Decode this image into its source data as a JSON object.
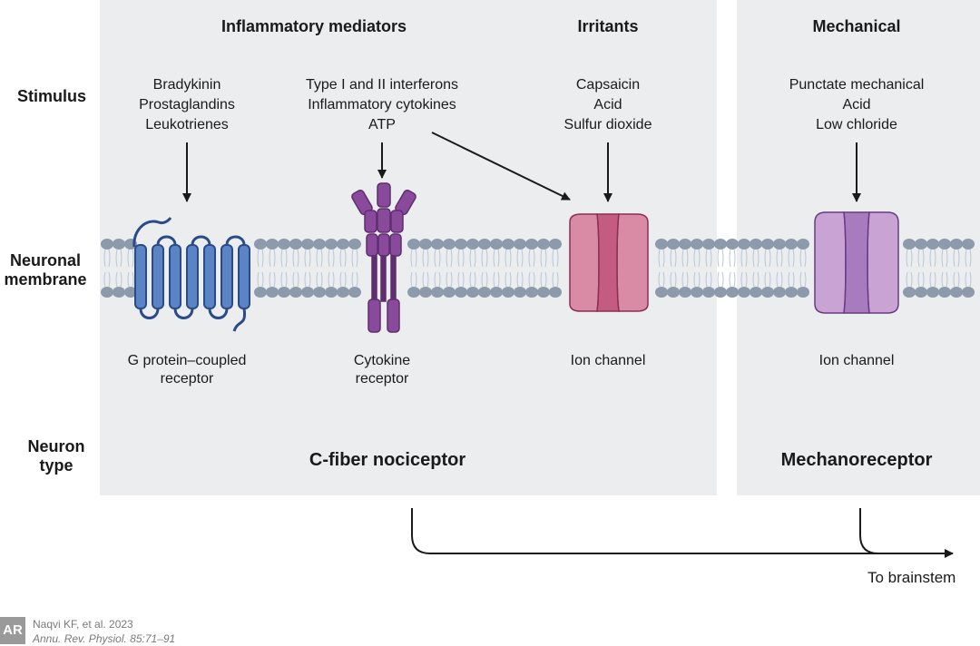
{
  "headers": {
    "inflammatory": "Inflammatory mediators",
    "irritants": "Irritants",
    "mechanical": "Mechanical"
  },
  "row_labels": {
    "stimulus": "Stimulus",
    "membrane_line1": "Neuronal",
    "membrane_line2": "membrane",
    "neuron_line1": "Neuron",
    "neuron_line2": "type"
  },
  "stimuli": {
    "gpcr": [
      "Bradykinin",
      "Prostaglandins",
      "Leukotrienes"
    ],
    "cytokine": [
      "Type I and II interferons",
      "Inflammatory cytokines",
      "ATP"
    ],
    "irritant": [
      "Capsaicin",
      "Acid",
      "Sulfur dioxide"
    ],
    "mechanical": [
      "Punctate mechanical",
      "Acid",
      "Low chloride"
    ]
  },
  "receptors": {
    "gpcr": [
      "G protein–coupled",
      "receptor"
    ],
    "cytokine": [
      "Cytokine",
      "receptor"
    ],
    "ion_channel_1": "Ion channel",
    "ion_channel_2": "Ion channel"
  },
  "neuron_types": {
    "c_fiber": "C-fiber nociceptor",
    "mechanoreceptor": "Mechanoreceptor"
  },
  "output_label": "To brainstem",
  "citation": {
    "authors": "Naqvi KF, et al. 2023",
    "journal": "Annu. Rev. Physiol. 85:71–91"
  },
  "logo_text": "AR",
  "colors": {
    "panel": "#ebedee",
    "lipid_head": "#8c9aab",
    "gpcr": "#5b84c4",
    "gpcr_outline": "#2b4a8a",
    "cytokine": "#8a4a9c",
    "ion_channel_1": "#d98aa4",
    "ion_channel_1_center": "#c45c82",
    "ion_channel_2": "#c9a3d3",
    "ion_channel_2_center": "#a77bbd"
  }
}
